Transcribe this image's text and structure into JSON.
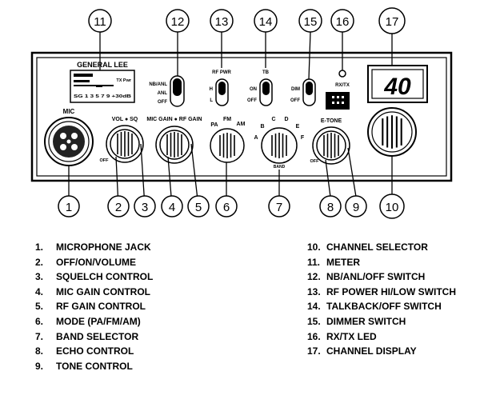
{
  "radio": {
    "brand": "GENERAL LEE",
    "mic_label": "MIC",
    "meter_scale": "SG 1 3 5 7 9 +30dB",
    "meter_tx_label": "TX Pwr",
    "channel_display": "40",
    "switches": {
      "nb_anl": [
        "NB/ANL",
        "ANL",
        "OFF"
      ],
      "rf_pwr": [
        "RF PWR",
        "H",
        "L"
      ],
      "tb": [
        "TB",
        "ON",
        "OFF"
      ],
      "dim": [
        "DIM",
        "OFF"
      ]
    },
    "rx_tx_label": "RX/TX",
    "knob_labels": {
      "vol_sq": "VOL ● SQ",
      "mic_rf": "MIC GAIN ● RF GAIN",
      "vol_off": "OFF",
      "mode": [
        "PA",
        "FM",
        "AM"
      ],
      "band_letters": [
        "A",
        "B",
        "C",
        "D",
        "E",
        "F"
      ],
      "band": "BAND",
      "etone": "E-TONE",
      "etone_off": "OFF"
    }
  },
  "callouts": [
    "1",
    "2",
    "3",
    "4",
    "5",
    "6",
    "7",
    "8",
    "9",
    "10",
    "11",
    "12",
    "13",
    "14",
    "15",
    "16",
    "17"
  ],
  "legend": {
    "left": [
      {
        "num": "1.",
        "text": "MICROPHONE JACK"
      },
      {
        "num": "2.",
        "text": "OFF/ON/VOLUME"
      },
      {
        "num": "3.",
        "text": "SQUELCH CONTROL"
      },
      {
        "num": "4.",
        "text": "MIC GAIN CONTROL"
      },
      {
        "num": "5.",
        "text": "RF GAIN CONTROL"
      },
      {
        "num": "6.",
        "text": "MODE (PA/FM/AM)"
      },
      {
        "num": "7.",
        "text": "BAND SELECTOR"
      },
      {
        "num": "8.",
        "text": "ECHO CONTROL"
      },
      {
        "num": "9.",
        "text": "TONE CONTROL"
      }
    ],
    "right": [
      {
        "num": "10.",
        "text": "CHANNEL SELECTOR"
      },
      {
        "num": "11.",
        "text": "METER"
      },
      {
        "num": "12.",
        "text": "NB/ANL/OFF SWITCH"
      },
      {
        "num": "13.",
        "text": "RF POWER HI/LOW SWITCH"
      },
      {
        "num": "14.",
        "text": "TALKBACK/OFF SWITCH"
      },
      {
        "num": "15.",
        "text": "DIMMER SWITCH"
      },
      {
        "num": "16.",
        "text": "RX/TX LED"
      },
      {
        "num": "17.",
        "text": "CHANNEL DISPLAY"
      }
    ]
  }
}
